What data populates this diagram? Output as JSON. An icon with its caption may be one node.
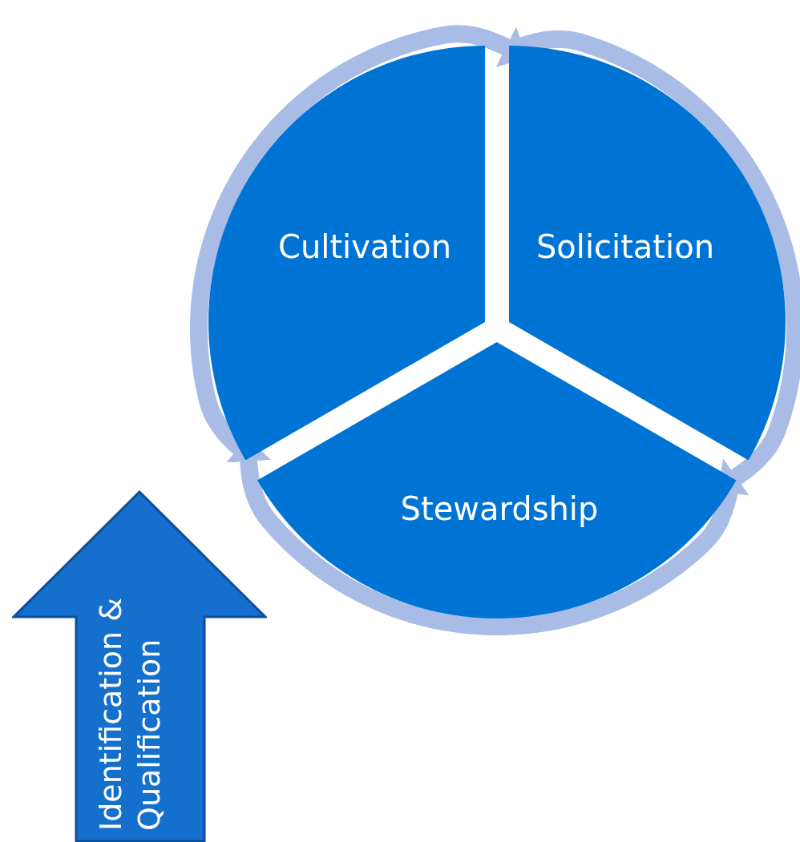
{
  "diagram": {
    "nodes": [
      {
        "text": [
          "Cultivation"
        ]
      },
      {
        "text": [
          "Solicitation"
        ]
      },
      {
        "text": [
          "Stewardship"
        ]
      },
      {
        "text": [
          "Identification & Qualification"
        ]
      }
    ],
    "edges": [
      {
        "from": 0,
        "to": 1,
        "arrow": "to"
      },
      {
        "from": 1,
        "to": 2,
        "arrow": "to"
      },
      {
        "from": 2,
        "to": 0,
        "arrow": "to"
      }
    ]
  }
}
